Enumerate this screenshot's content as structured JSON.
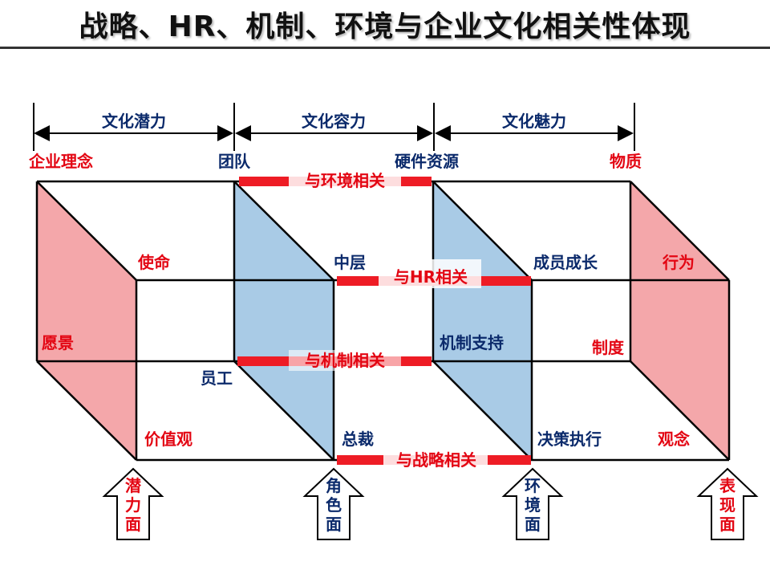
{
  "title": "战略、HR、机制、环境与企业文化相关性体现",
  "zones": [
    "文化潜力",
    "文化容力",
    "文化魅力"
  ],
  "corner_labels": {
    "enterprise_idea": "企业理念",
    "team": "团队",
    "hardware": "硬件资源",
    "material": "物质",
    "mission": "使命",
    "middle": "中层",
    "member_growth": "成员成长",
    "behavior": "行为",
    "vision": "愿景",
    "mechanism_support": "机制支持",
    "system": "制度",
    "staff": "员工",
    "values": "价值观",
    "ceo": "总裁",
    "decision_exec": "决策执行",
    "concept": "观念"
  },
  "relations": {
    "environment": "与环境相关",
    "hr": "与HR相关",
    "mechanism": "与机制相关",
    "strategy": "与战略相关"
  },
  "arrows": [
    "潜力面",
    "角色面",
    "环境面",
    "表现面"
  ],
  "colors": {
    "pink_face": "#f4a7aa",
    "blue_face": "#a9cbe6",
    "red_bar": "#ee1c25",
    "red_text": "#e30613",
    "navy_text": "#0b2a6b"
  }
}
